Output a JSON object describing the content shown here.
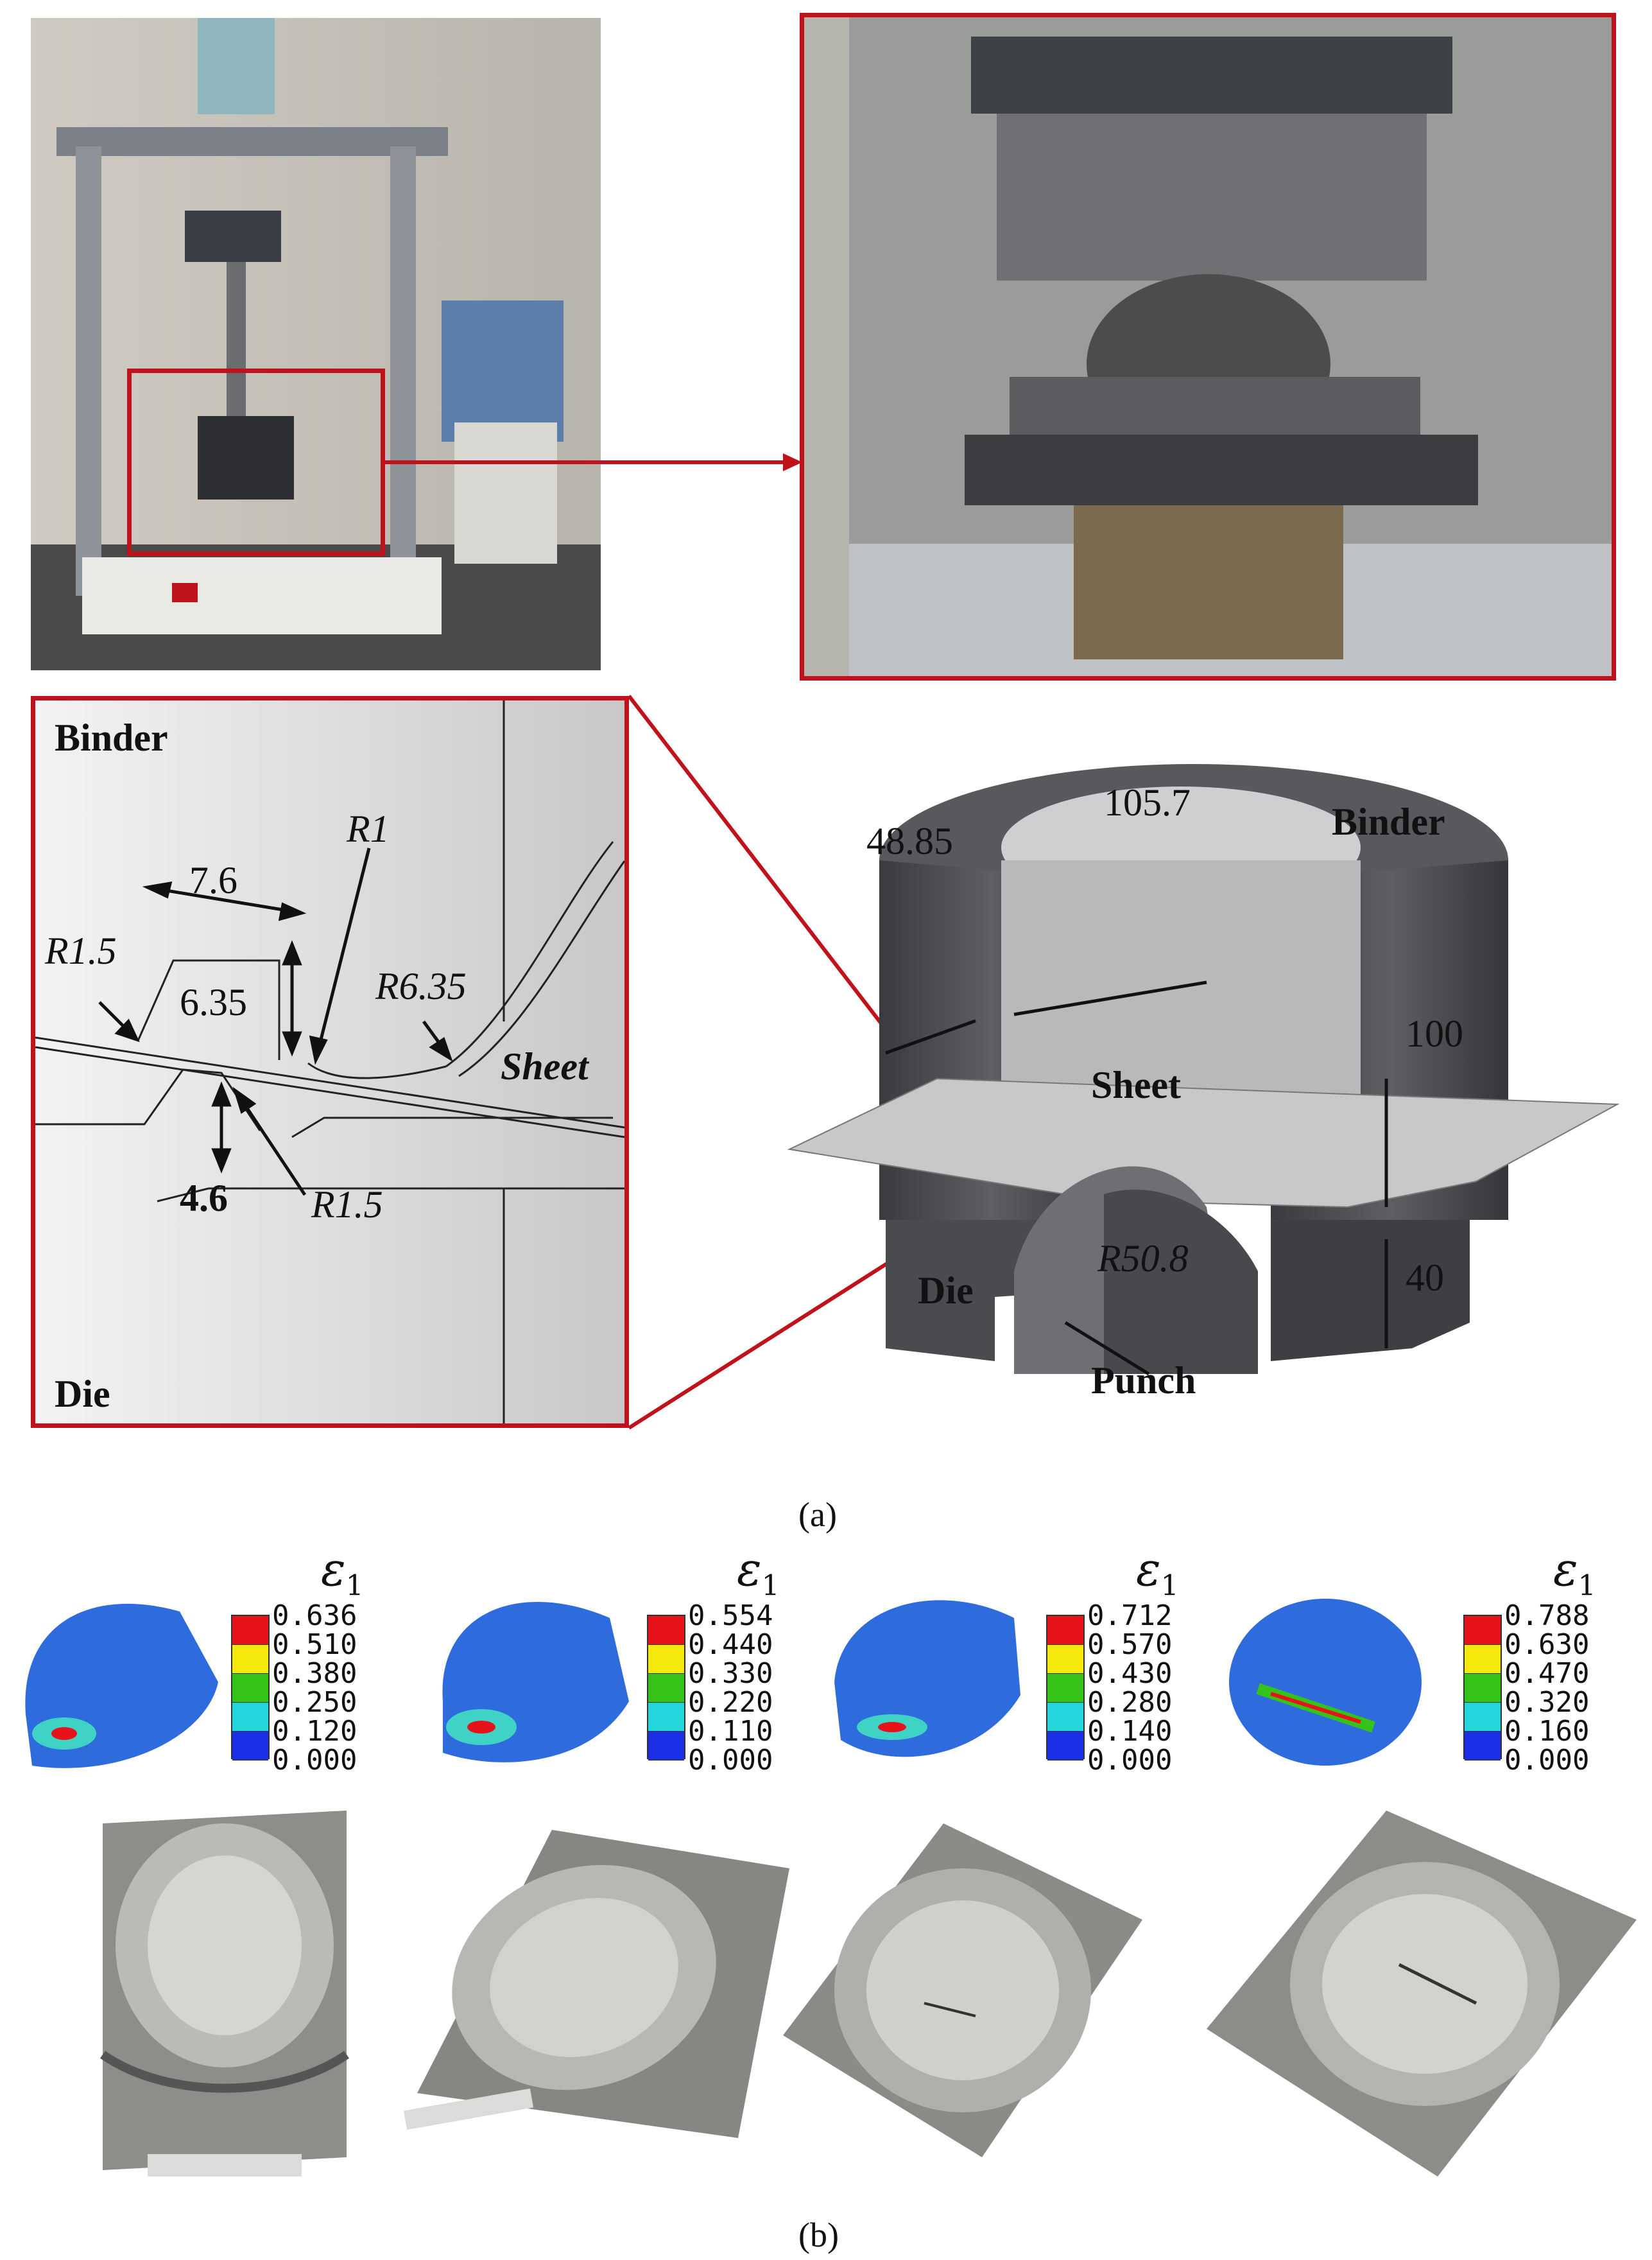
{
  "part_a": {
    "caption": "(a)",
    "detail_labels": {
      "binder": "Binder",
      "die": "Die",
      "sheet": "Sheet",
      "r1": "R1",
      "r1_5_top": "R1.5",
      "r1_5_bottom": "R1.5",
      "r6_35": "R6.35",
      "dim_7_6": "7.6",
      "dim_6_35": "6.35",
      "dim_4_6": "4.6"
    },
    "tool_labels": {
      "binder": "Binder",
      "sheet": "Sheet",
      "die": "Die",
      "punch": "Punch",
      "dim_48_85": "48.85",
      "dim_105_7": "105.7",
      "dim_100": "100",
      "dim_40": "40",
      "r50_8": "R50.8"
    }
  },
  "part_b": {
    "caption": "(b)",
    "legends": [
      {
        "symbol": "ε",
        "sub": "1",
        "ticks": [
          "0.636",
          "0.510",
          "0.380",
          "0.250",
          "0.120",
          "0.000"
        ]
      },
      {
        "symbol": "ε",
        "sub": "1",
        "ticks": [
          "0.554",
          "0.440",
          "0.330",
          "0.220",
          "0.110",
          "0.000"
        ]
      },
      {
        "symbol": "ε",
        "sub": "1",
        "ticks": [
          "0.712",
          "0.570",
          "0.430",
          "0.280",
          "0.140",
          "0.000"
        ]
      },
      {
        "symbol": "ε",
        "sub": "1",
        "ticks": [
          "0.788",
          "0.630",
          "0.470",
          "0.320",
          "0.160",
          "0.000"
        ]
      }
    ],
    "legend_colors": [
      "#e8121b",
      "#f5e80c",
      "#35c31a",
      "#22d6dc",
      "#1a2fe6"
    ]
  }
}
